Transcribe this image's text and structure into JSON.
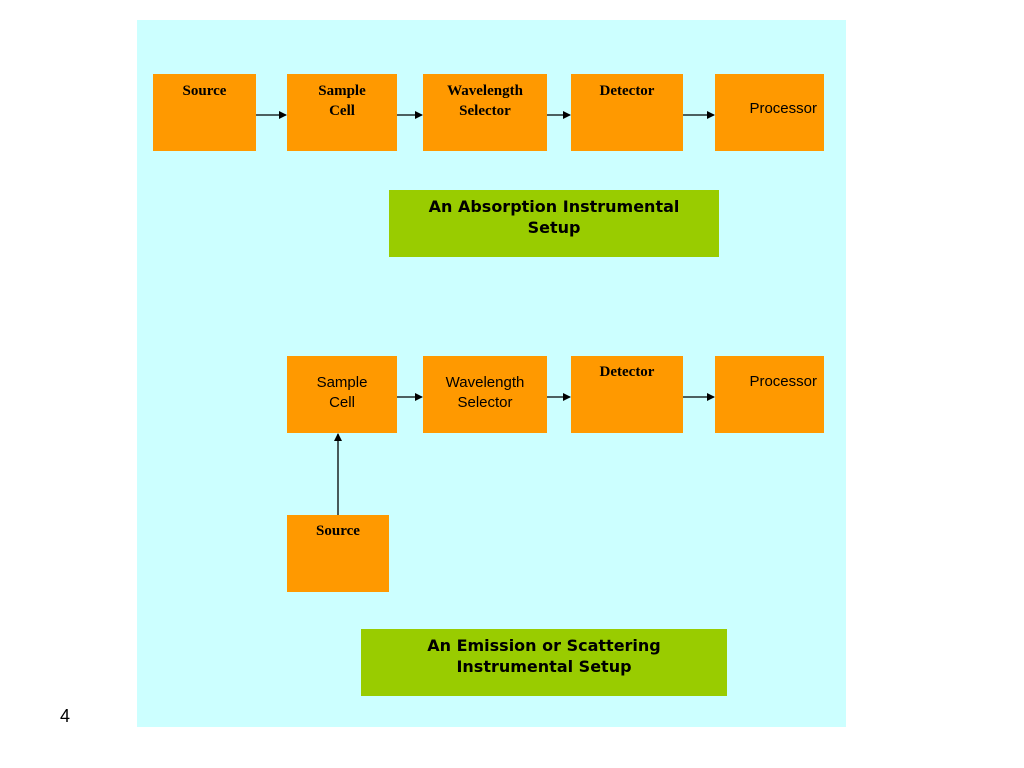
{
  "absorption": {
    "source": "Source",
    "sample_cell": "Sample\nCell",
    "wavelength_selector": "Wavelength\nSelector",
    "detector": "Detector",
    "processor": "Processor",
    "caption": "An Absorption Instrumental\nSetup"
  },
  "emission": {
    "sample_cell": "Sample\nCell",
    "wavelength_selector": "Wavelength\nSelector",
    "detector": "Detector",
    "processor": "Processor",
    "source": "Source",
    "caption": "An Emission or Scattering\nInstrumental Setup"
  },
  "colors": {
    "panel": "#ccffff",
    "box": "#ff9900",
    "caption": "#99cc00"
  },
  "page_number": "4"
}
